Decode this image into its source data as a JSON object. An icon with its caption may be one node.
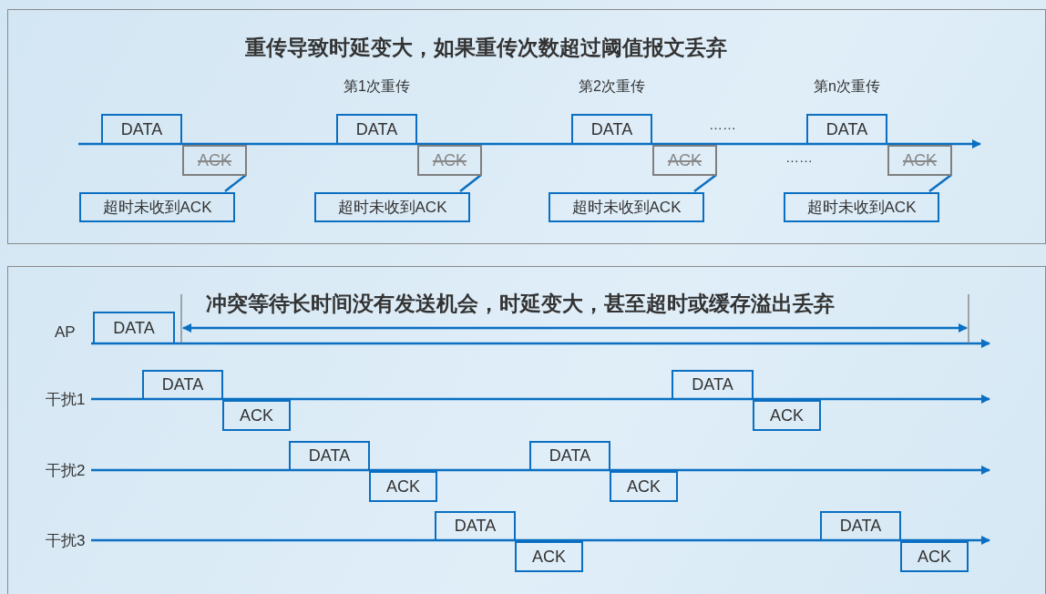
{
  "diagram": {
    "nodes": [
      {
        "text": [
          "重传导致时延变大，如果重传次数超过阈值报文丢弃"
        ]
      },
      {
        "text": [
          "DATA"
        ],
        "in": 0
      },
      {
        "text": [
          "ACK"
        ],
        "in": 0
      },
      {
        "text": [
          "超时未收到ACK"
        ],
        "in": 0
      },
      {
        "text": [
          "DATA"
        ],
        "in": 0,
        "beside": [
          "第1次重传"
        ]
      },
      {
        "text": [
          "ACK"
        ],
        "in": 0
      },
      {
        "text": [
          "超时未收到ACK"
        ],
        "in": 0
      },
      {
        "text": [
          "DATA"
        ],
        "in": 0,
        "beside": [
          "第2次重传"
        ]
      },
      {
        "text": [
          "ACK"
        ],
        "in": 0
      },
      {
        "text": [
          "超时未收到ACK"
        ],
        "in": 0
      },
      {
        "text": [
          "DATA"
        ],
        "in": 0,
        "beside": [
          "第n次重传"
        ]
      },
      {
        "text": [
          "ACK"
        ],
        "in": 0
      },
      {
        "text": [
          "超时未收到ACK"
        ],
        "in": 0
      },
      {
        "text": [],
        "shape": "box"
      },
      {
        "text": [
          "DATA"
        ],
        "in": 13
      },
      {
        "text": [
          "DATA"
        ],
        "in": 13
      },
      {
        "text": [
          "ACK"
        ],
        "in": 13
      },
      {
        "text": [
          "DATA"
        ],
        "in": 13
      },
      {
        "text": [
          "ACK"
        ],
        "in": 13
      },
      {
        "text": [
          "DATA"
        ],
        "in": 13
      },
      {
        "text": [
          "ACK"
        ],
        "in": 13
      },
      {
        "text": [
          "DATA"
        ],
        "in": 13
      },
      {
        "text": [
          "ACK"
        ],
        "in": 13
      },
      {
        "text": [
          "DATA"
        ],
        "in": 13
      },
      {
        "text": [
          "ACK"
        ],
        "in": 13
      },
      {
        "text": [
          "DATA"
        ],
        "in": 13
      },
      {
        "text": [
          "ACK"
        ],
        "in": 13
      }
    ],
    "edges": [
      {
        "from": 3,
        "to": 2,
        "arrow": "none"
      },
      {
        "from": 6,
        "to": 5,
        "arrow": "none"
      },
      {
        "from": 9,
        "to": 8,
        "arrow": "none"
      },
      {
        "from": 12,
        "to": 11,
        "arrow": "none"
      }
    ],
    "labels": [
      "……",
      "……",
      "AP",
      "干扰1",
      "干扰2",
      "干扰3",
      "冲突等待长时间没有发送机会，时延变大，甚至超时或缓存溢出丢弃"
    ]
  }
}
